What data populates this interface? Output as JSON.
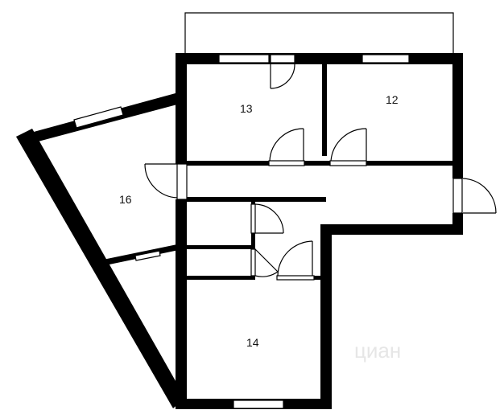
{
  "floorplan": {
    "rooms": [
      {
        "id": "room-13",
        "label": "13"
      },
      {
        "id": "room-12",
        "label": "12"
      },
      {
        "id": "room-16",
        "label": "16"
      },
      {
        "id": "room-14",
        "label": "14"
      }
    ],
    "watermark": "циан",
    "colors": {
      "wall": "#000000",
      "background": "#ffffff",
      "watermark": "#e6e6e6"
    }
  }
}
